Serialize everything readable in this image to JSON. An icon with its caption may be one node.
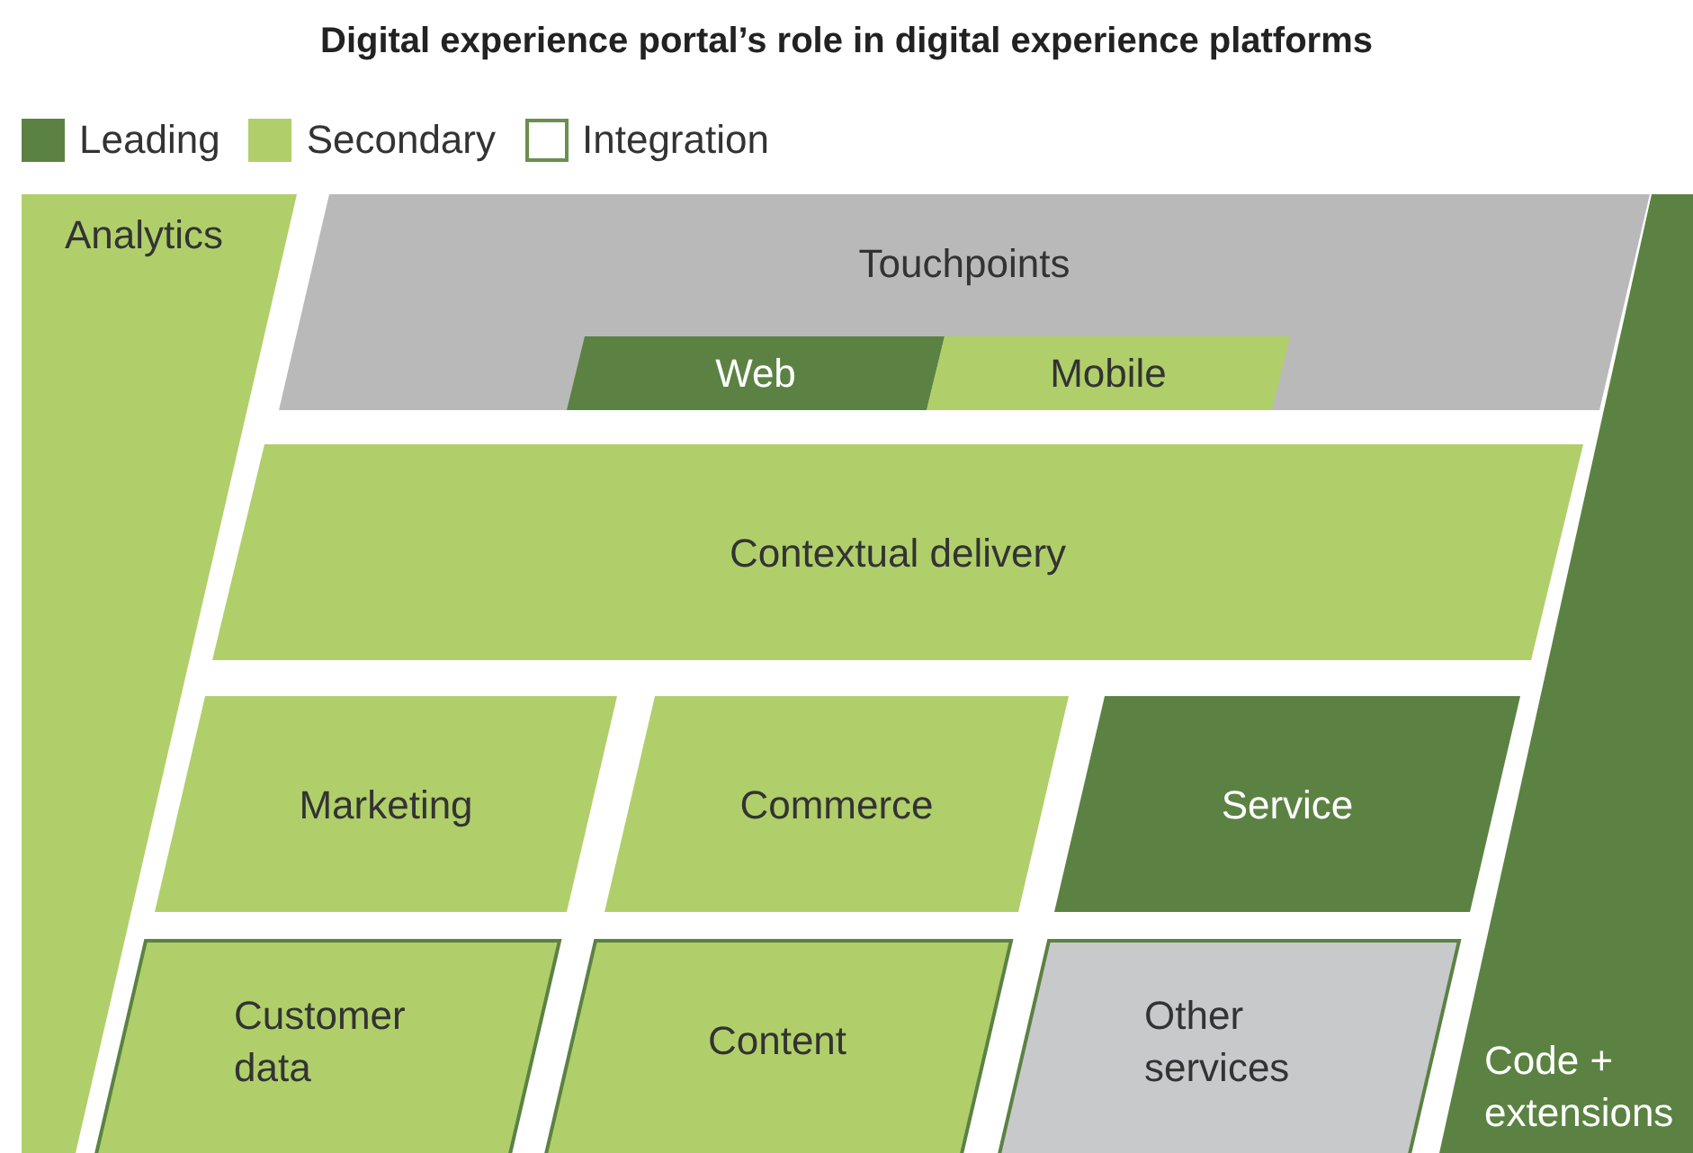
{
  "diagram": {
    "title": "Digital experience portal’s role in digital experience platforms",
    "nodes": [
      {
        "text": [
          "Analytics"
        ]
      },
      {
        "text": [
          "Touchpoints"
        ]
      },
      {
        "text": [
          "Web"
        ],
        "in": 1
      },
      {
        "text": [
          "Mobile"
        ],
        "in": 1
      },
      {
        "text": [
          "Contextual delivery"
        ]
      },
      {
        "text": [
          "Marketing"
        ]
      },
      {
        "text": [
          "Commerce"
        ]
      },
      {
        "text": [
          "Service"
        ]
      },
      {
        "text": [
          "Customer data"
        ]
      },
      {
        "text": [
          "Content"
        ]
      },
      {
        "text": [
          "Other services"
        ]
      },
      {
        "text": [
          "Code + extensions"
        ]
      }
    ],
    "legend": [
      {
        "text": "Leading",
        "color": "#5b8243"
      },
      {
        "text": "Secondary",
        "color": "#b0cf6a"
      },
      {
        "text": "Integration"
      }
    ]
  }
}
